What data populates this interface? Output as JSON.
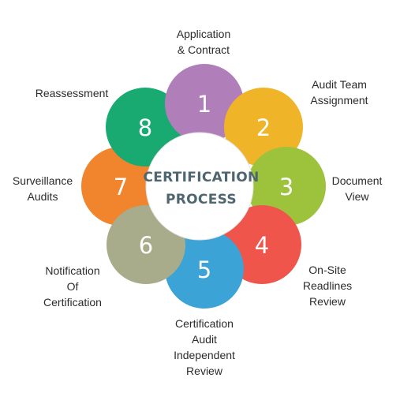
{
  "center": {
    "line1": "CERTIFICATION",
    "line2": "PROCESS"
  },
  "steps": [
    {
      "number": "1",
      "label": "Application\n& Contract",
      "color": "#b07fba"
    },
    {
      "number": "2",
      "label": "Audit Team\nAssignment",
      "color": "#efb428"
    },
    {
      "number": "3",
      "label": "Document\nView",
      "color": "#9dc23b"
    },
    {
      "number": "4",
      "label": "On-Site\nReadlines\nReview",
      "color": "#ef554b"
    },
    {
      "number": "5",
      "label": "Certification\nAudit\nIndependent\nReview",
      "color": "#3ca3d6"
    },
    {
      "number": "6",
      "label": "Notification\nOf\nCertification",
      "color": "#a9ac8a"
    },
    {
      "number": "7",
      "label": "Surveillance\nAudits",
      "color": "#f0852d"
    },
    {
      "number": "8",
      "label": "Reassessment",
      "color": "#19aa72"
    }
  ]
}
